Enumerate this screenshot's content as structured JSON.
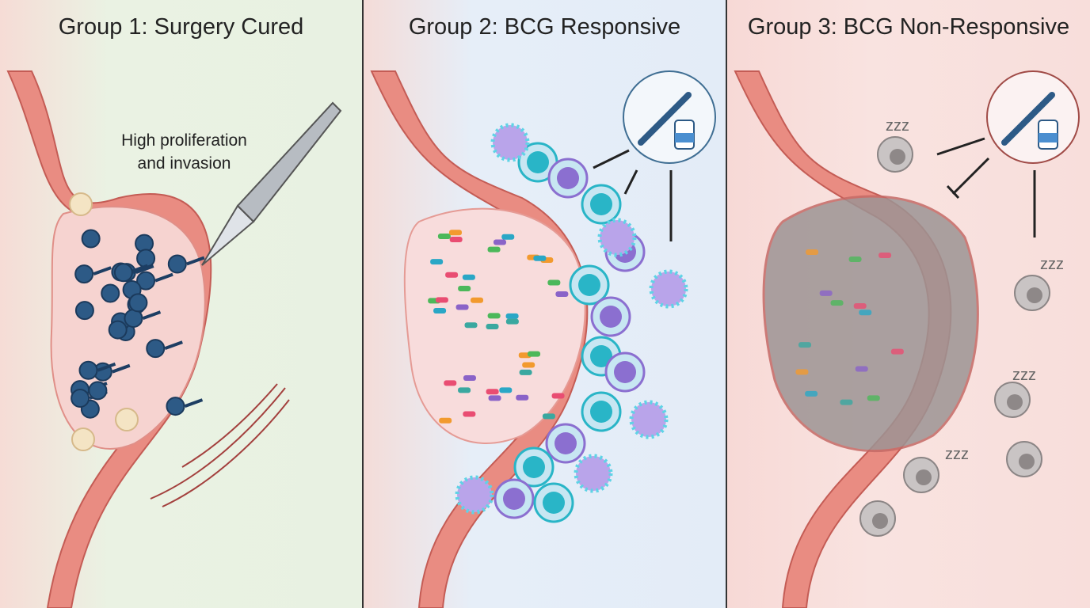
{
  "panels": [
    {
      "title": "Group 1: Surgery Cured",
      "annotation_line1": "High proliferation",
      "annotation_line2": "and invasion"
    },
    {
      "title": "Group 2: BCG Responsive"
    },
    {
      "title": "Group 3: BCG Non-Responsive",
      "sleep_label": "zzz"
    }
  ],
  "colors": {
    "panel1_bg": "#e8f1e2",
    "panel2_bg": "#e3ecf7",
    "panel3_bg": "#f8dedb",
    "tissue": "#e58a80",
    "tumor_cell": "#2d5a86",
    "immune_teal": "#29b5c7",
    "immune_purple": "#8b6fd0"
  }
}
